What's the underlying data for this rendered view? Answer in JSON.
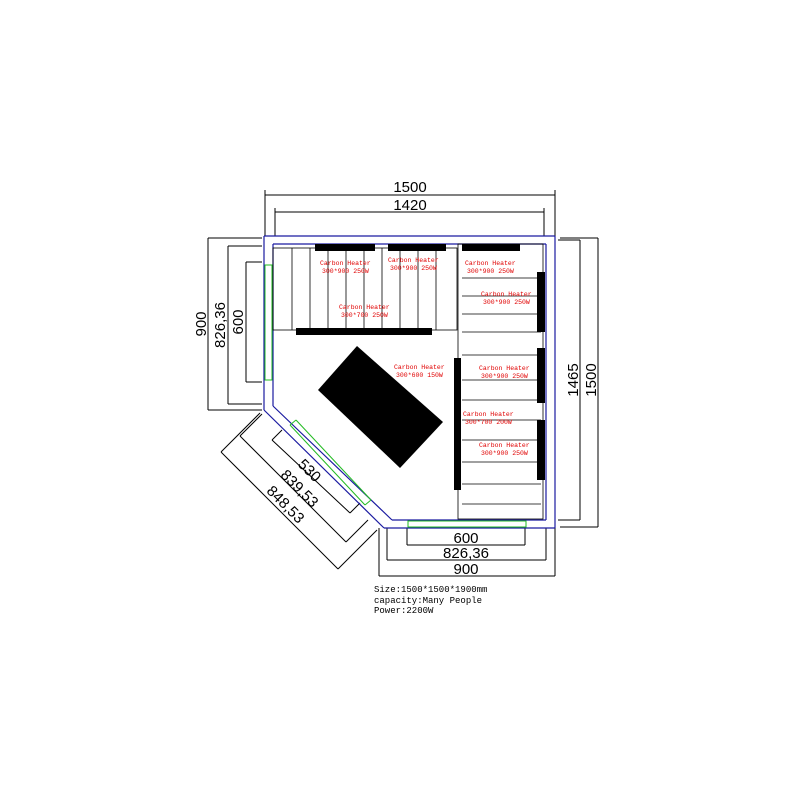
{
  "dimensions": {
    "top_outer": "1500",
    "top_inner": "1420",
    "left_outer": "900",
    "left_mid": "826,36",
    "left_inner": "600",
    "right_inner": "1465",
    "right_outer": "1500",
    "bottom_inner": "600",
    "bottom_mid": "826,36",
    "bottom_outer": "900",
    "diag_inner": "530",
    "diag_mid": "839,53",
    "diag_outer": "848,53"
  },
  "heaters": [
    {
      "name": "Carbon Heater",
      "spec": "300*900 250W"
    },
    {
      "name": "Carbon Heater",
      "spec": "300*900 250W"
    },
    {
      "name": "Carbon Heater",
      "spec": "300*900 250W"
    },
    {
      "name": "Carbon Heater",
      "spec": "300*900 250W"
    },
    {
      "name": "Carbon Heater",
      "spec": "300*700 250W"
    },
    {
      "name": "Carbon Heater",
      "spec": "300*600 150W"
    },
    {
      "name": "Carbon Heater",
      "spec": "300*900 250W"
    },
    {
      "name": "Carbon Heater",
      "spec": "300*700 200W"
    },
    {
      "name": "Carbon Heater",
      "spec": "300*900 250W"
    }
  ],
  "specs": {
    "size": "Size:1500*1500*1900mm",
    "capacity": "capacity:Many People",
    "power": "Power:2200W"
  },
  "colors": {
    "wall": "#1a1aa0",
    "glass": "#22bb22",
    "heater_text": "#e00000",
    "heater_bar": "#000000"
  }
}
